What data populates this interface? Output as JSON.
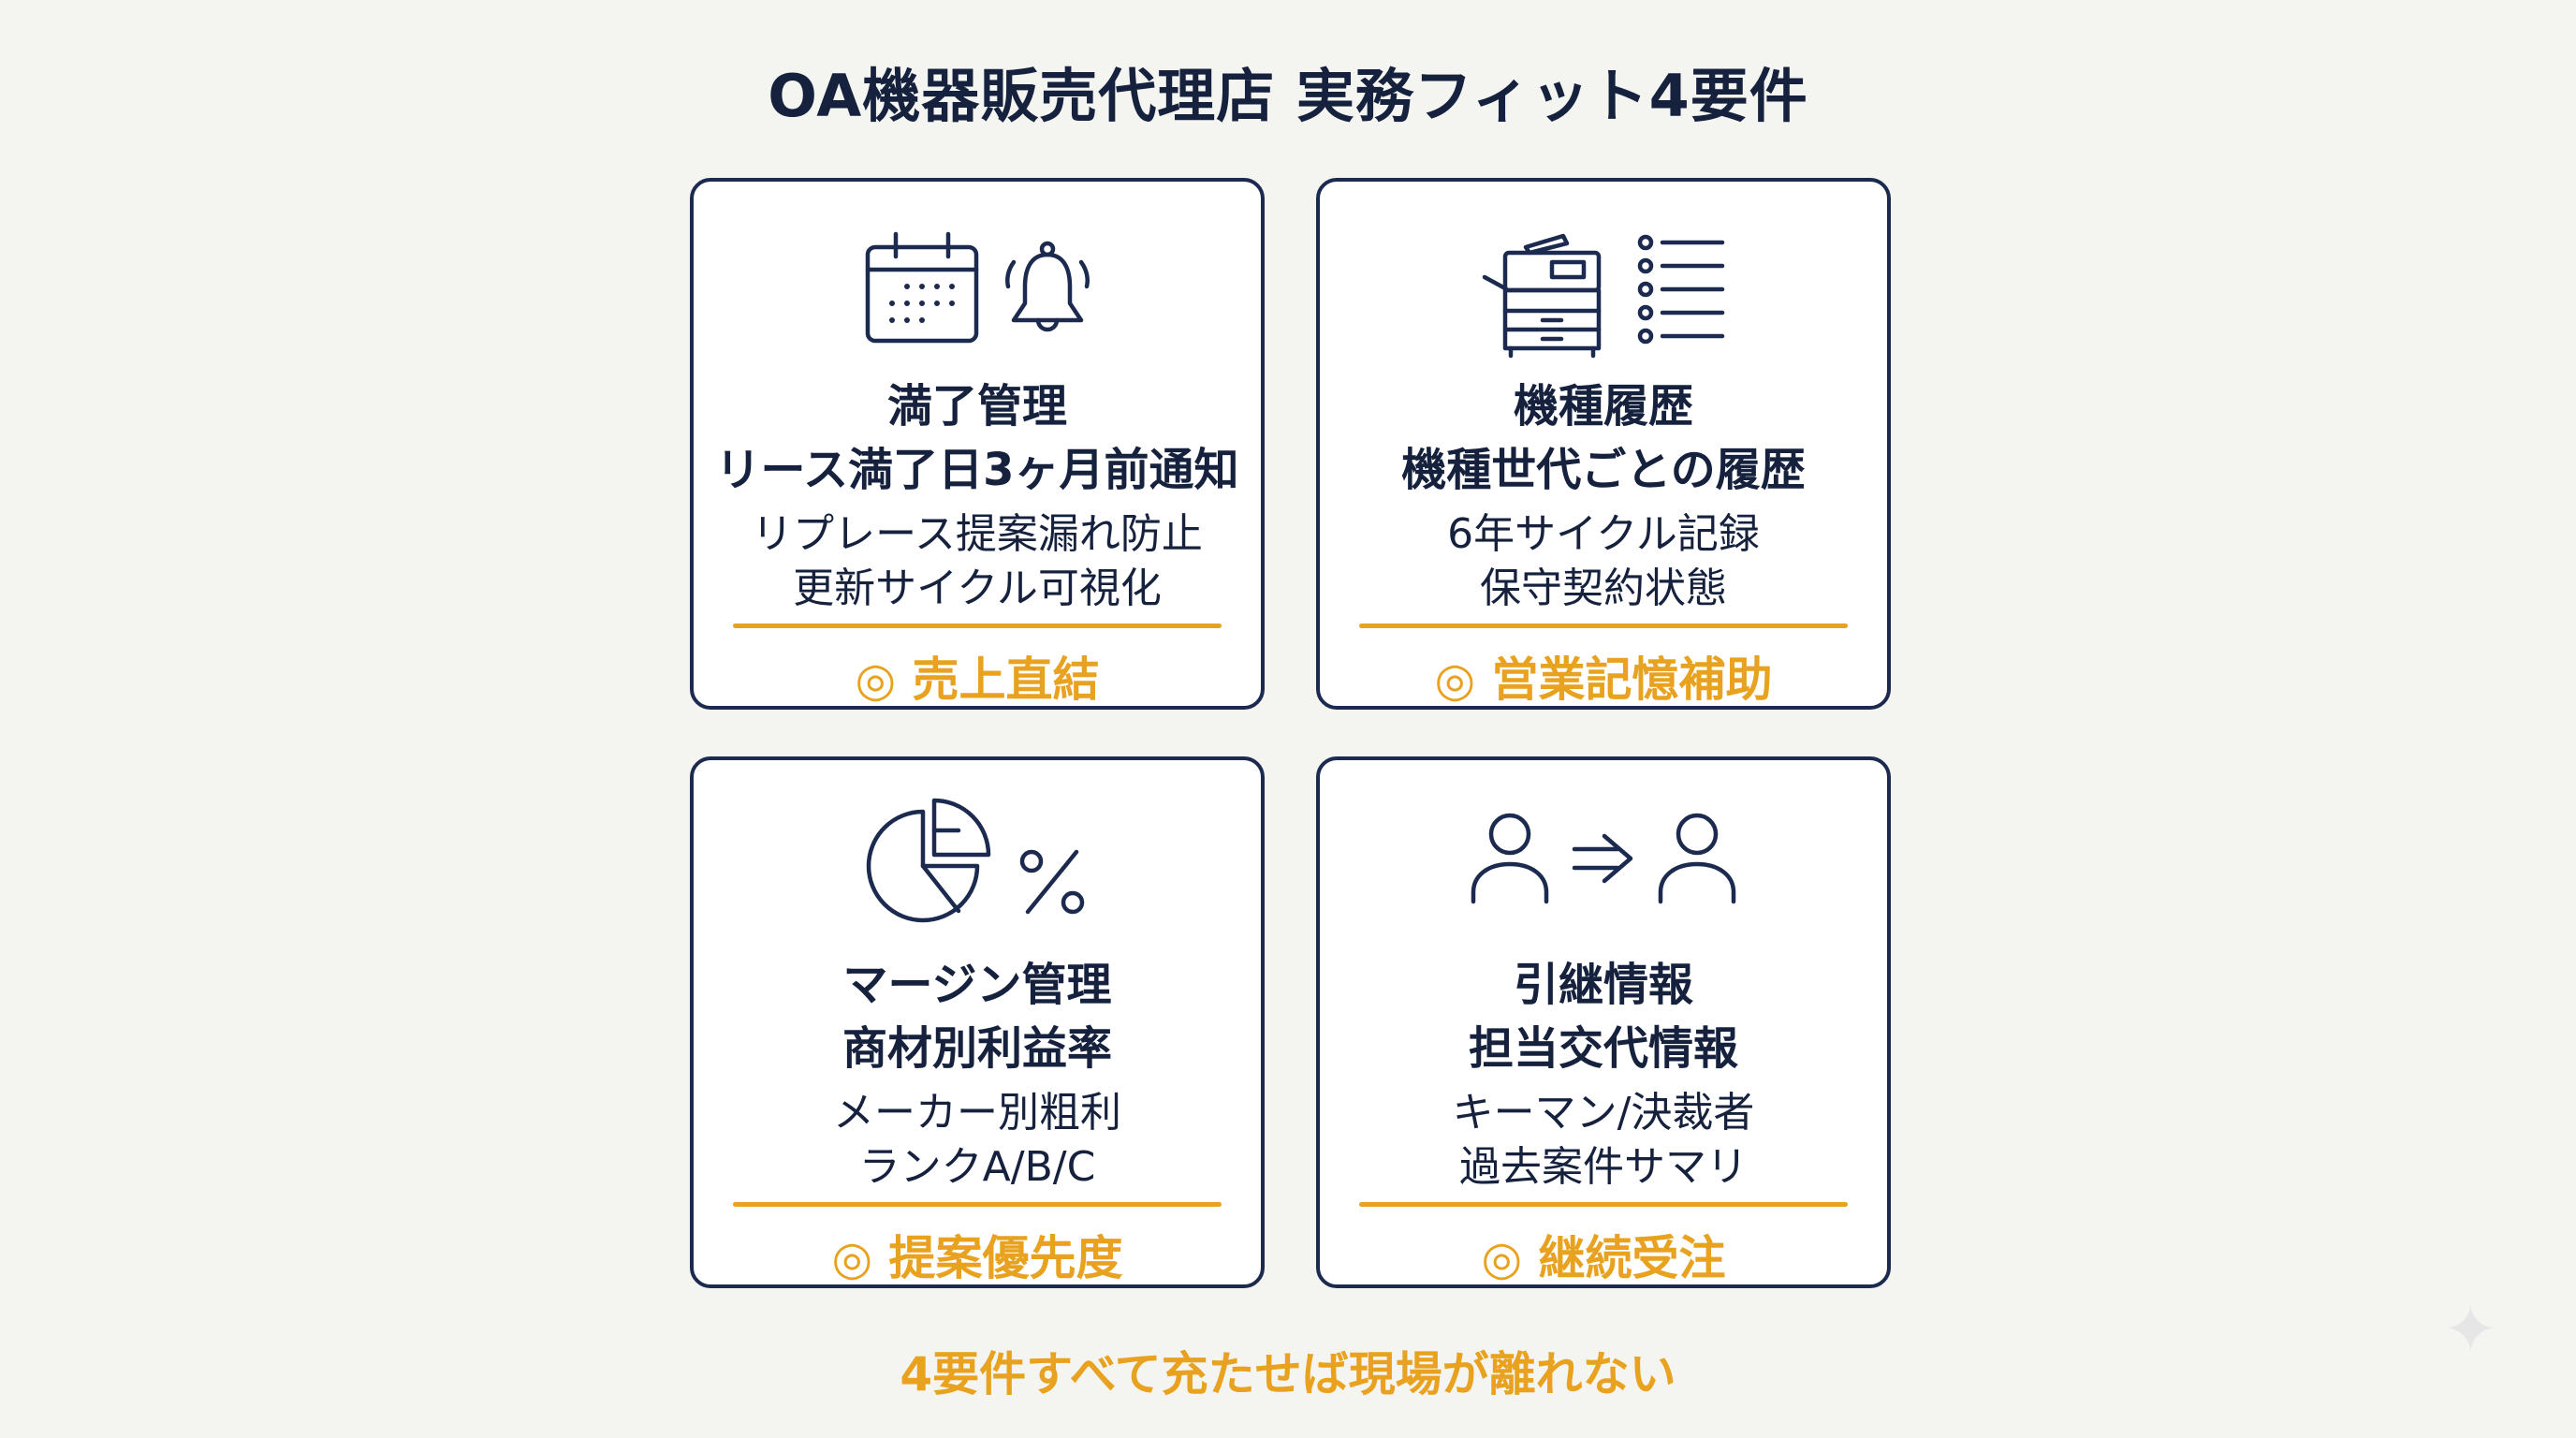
{
  "title": "OA機器販売代理店 実務フィット4要件",
  "cards": [
    {
      "icons": [
        "calendar-icon",
        "bell-icon"
      ],
      "heading1": "満了管理",
      "heading2": "リース満了日3ヶ月前通知",
      "line1": "リプレース提案漏れ防止",
      "line2": "更新サイクル可視化",
      "tag": "◎ 売上直結"
    },
    {
      "icons": [
        "copier-icon",
        "list-icon"
      ],
      "heading1": "機種履歴",
      "heading2": "機種世代ごとの履歴",
      "line1": "6年サイクル記録",
      "line2": "保守契約状態",
      "tag": "◎ 営業記憶補助"
    },
    {
      "icons": [
        "pie-chart-icon",
        "percent-icon"
      ],
      "heading1": "マージン管理",
      "heading2": "商材別利益率",
      "line1": "メーカー別粗利",
      "line2": "ランクA/B/C",
      "tag": "◎ 提案優先度"
    },
    {
      "icons": [
        "user-icon",
        "handover-arrow-icon",
        "user-icon"
      ],
      "heading1": "引継情報",
      "heading2": "担当交代情報",
      "line1": "キーマン/決裁者",
      "line2": "過去案件サマリ",
      "tag": "◎ 継続受注"
    }
  ],
  "footer": "4要件すべて充たせば現場が離れない",
  "colors": {
    "navy": "#1b2a4e",
    "accent": "#e8a21f",
    "background": "#f4f4f1"
  }
}
